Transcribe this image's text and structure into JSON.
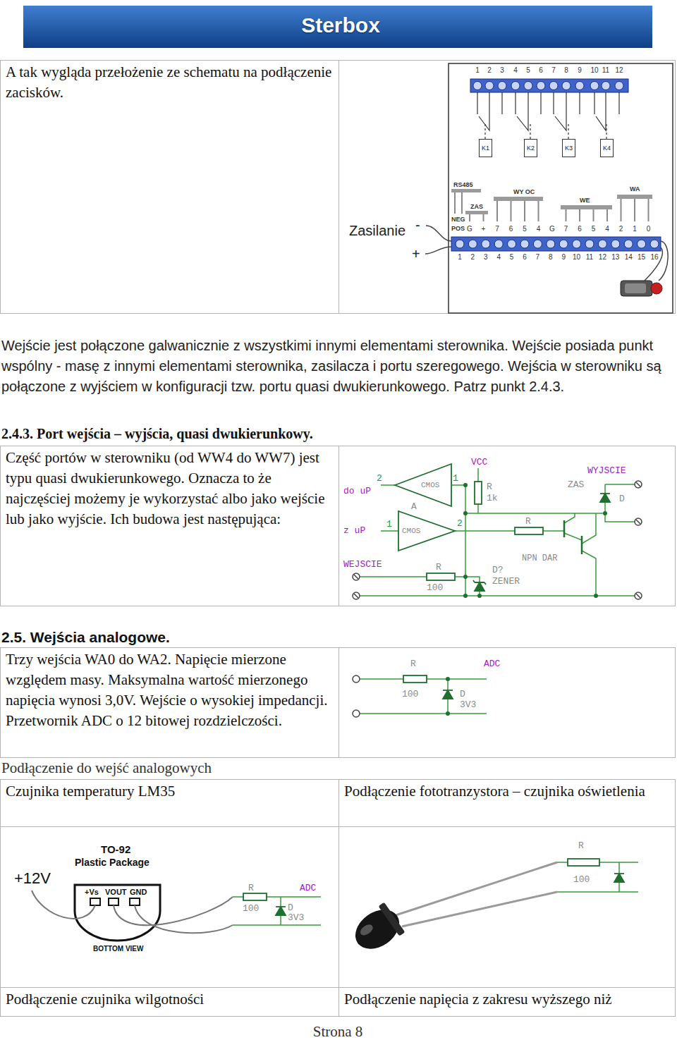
{
  "diagram": {
    "title": "Sterbox",
    "nodes": [
      {
        "text": [
          "A tak wygląda przełożenie ze schematu na podłączenie zacisków."
        ]
      },
      {
        "text": [
          "K1"
        ]
      },
      {
        "text": [
          "K2"
        ]
      },
      {
        "text": [
          "K3"
        ]
      },
      {
        "text": [
          "K4"
        ]
      },
      {
        "text": [
          "Część portów w sterowniku (od WW4 do WW7) jest typu quasi dwukierunkowego. Oznacza to że najczęściej możemy je wykorzystać albo jako wejście lub jako wyjście. Ich budowa jest następująca:"
        ]
      },
      {
        "text": [
          "Trzy wejścia WA0 do WA2. Napięcie mierzone względem masy. Maksymalna wartość mierzonego napięcia wynosi 3,0V. Wejście o wysokiej impedancji. Przetwornik ADC o 12 bitowej rozdzielczości."
        ]
      },
      {
        "text": [
          "Czujnika temperatury LM35"
        ]
      },
      {
        "text": [
          "Podłączenie fototranzystora – czujnika oświetlenia"
        ]
      },
      {
        "text": [
          "Podłączenie czujnika wilgotności"
        ]
      },
      {
        "text": [
          "Podłączenie napięcia z zakresu wyższego niż"
        ]
      }
    ],
    "labels": [
      "1",
      "2",
      "3",
      "4",
      "5",
      "6",
      "7",
      "8",
      "9",
      "10",
      "11",
      "12",
      "RS485",
      "WY OC",
      "ZAS",
      "NEG",
      "WE",
      "WA",
      "POS",
      "G",
      "+",
      "7",
      "6",
      "5",
      "4",
      "G",
      "7",
      "6",
      "5",
      "4",
      "2",
      "1",
      "0",
      "1",
      "2",
      "3",
      "4",
      "5",
      "6",
      "7",
      "8",
      "9",
      "10",
      "11",
      "12",
      "13",
      "14",
      "15",
      "16",
      "Zasilanie",
      "-",
      "+",
      "Wejście jest połączone galwanicznie z wszystkimi innymi elementami sterownika. Wejście posiada punkt wspólny - masę z innymi elementami sterownika, zasilacza i portu szeregowego. Wejścia w sterowniku są połączone z wyjściem w konfiguracji tzw. portu quasi dwukierunkowego. Patrz punkt 2.4.3.",
      "2.4.3. Port wejścia – wyjścia, quasi dwukierunkowy.",
      "do uP",
      "2",
      "CMOS",
      "1",
      "A",
      "VCC",
      "R",
      "1k",
      "WYJSCIE",
      "ZAS",
      "D",
      "z uP",
      "1",
      "CMOS",
      "2",
      "R",
      "NPN DAR",
      "WEJSCIE",
      "R",
      "100",
      "D?",
      "ZENER",
      "2.5. Wejścia analogowe.",
      "R",
      "ADC",
      "100",
      "D",
      "3V3",
      "Podłączenie do wejść analogowych",
      "TO-92",
      "Plastic Package",
      "+12V",
      "+Vs",
      "VOUT",
      "GND",
      "BOTTOM VIEW",
      "R",
      "ADC",
      "100",
      "D",
      "3V3",
      "R",
      "100",
      "Strona 8"
    ]
  }
}
